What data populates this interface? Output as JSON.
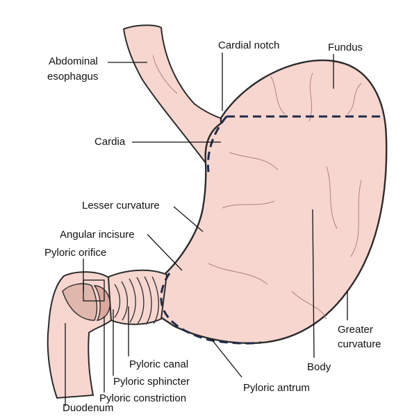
{
  "colors": {
    "tissue": "#f6d6cf",
    "tissue_shade": "#e8b8ad",
    "outline": "#2b2b2b",
    "vessel": "#b08080",
    "dashed_line": "#1f2a48",
    "label_text": "#111111"
  },
  "labels": {
    "abdominal_esophagus_line1": "Abdominal",
    "abdominal_esophagus_line2": "esophagus",
    "cardial_notch": "Cardial notch",
    "fundus": "Fundus",
    "cardia": "Cardia",
    "lesser_curvature": "Lesser curvature",
    "angular_incisure": "Angular incisure",
    "pyloric_orifice": "Pyloric orifice",
    "greater_curvature_line1": "Greater",
    "greater_curvature_line2": "curvature",
    "body": "Body",
    "pyloric_antrum": "Pyloric antrum",
    "pyloric_canal": "Pyloric canal",
    "pyloric_sphincter": "Pyloric sphincter",
    "pyloric_constriction": "Pyloric constriction",
    "duodenum": "Duodenum"
  }
}
